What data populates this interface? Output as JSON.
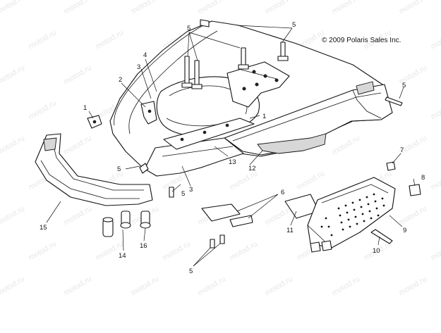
{
  "copyright": "© 2009 Polaris Sales Inc.",
  "watermark": "motod.ru",
  "callouts": [
    {
      "id": "c1",
      "text": "1"
    },
    {
      "id": "c1b",
      "text": "1"
    },
    {
      "id": "c2",
      "text": "2"
    },
    {
      "id": "c3",
      "text": "3"
    },
    {
      "id": "c3b",
      "text": "3"
    },
    {
      "id": "c4",
      "text": "4"
    },
    {
      "id": "c5a",
      "text": "5"
    },
    {
      "id": "c5b",
      "text": "5"
    },
    {
      "id": "c5c",
      "text": "5"
    },
    {
      "id": "c5d",
      "text": "5"
    },
    {
      "id": "c5e",
      "text": "5"
    },
    {
      "id": "c5f",
      "text": "5"
    },
    {
      "id": "c6",
      "text": "6"
    },
    {
      "id": "c7",
      "text": "7"
    },
    {
      "id": "c8",
      "text": "8"
    },
    {
      "id": "c9",
      "text": "9"
    },
    {
      "id": "c10",
      "text": "10"
    },
    {
      "id": "c11",
      "text": "11"
    },
    {
      "id": "c12",
      "text": "12"
    },
    {
      "id": "c13",
      "text": "13"
    },
    {
      "id": "c14",
      "text": "14"
    },
    {
      "id": "c15",
      "text": "15"
    },
    {
      "id": "c16",
      "text": "16"
    }
  ]
}
